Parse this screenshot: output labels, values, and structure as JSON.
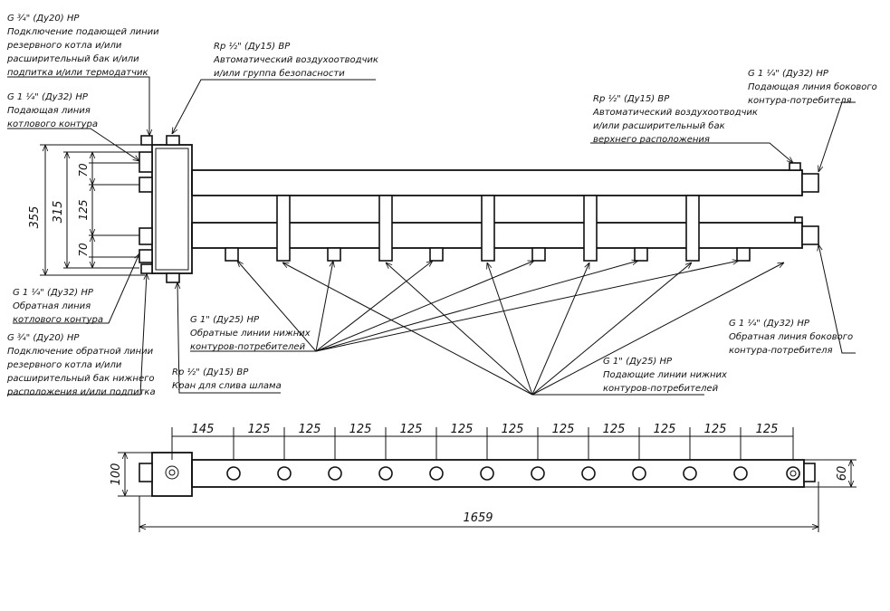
{
  "labels": {
    "tl1": [
      "G ¾\" (Ду20) НР",
      "Подключение подающей линии",
      "резервного котла и/или",
      "расширительный бак и/или",
      "подпитка и/или термодатчик"
    ],
    "tl2": [
      "G 1 ¼\" (Ду32) НР",
      "Подающая линия",
      "котлового контура"
    ],
    "bl1": [
      "G 1 ¼\" (Ду32) НР",
      "Обратная линия",
      "котлового контура"
    ],
    "bl2": [
      "G ¾\" (Ду20) НР",
      "Подключение обратной линии",
      "резервного котла и/или",
      "расширительный бак нижнего",
      "расположения и/или подпитка"
    ],
    "tc": [
      "Rp ½\" (Ду15) ВР",
      "Автоматический воздухоотводчик",
      "и/или группа безопасности"
    ],
    "drain": [
      "Rp ½\" (Ду15) ВР",
      "Кран для слива шлама"
    ],
    "ret": [
      "G 1\" (Ду25) НР",
      "Обратные линии нижних",
      "контуров-потребителей"
    ],
    "sup": [
      "G 1\" (Ду25) НР",
      "Подающие линии нижних",
      "контуров-потребителей"
    ],
    "tr1": [
      "Rp ½\" (Ду15) ВР",
      "Автоматический воздухоотводчик",
      "и/или расширительный бак",
      "верхнего расположения"
    ],
    "tr2": [
      "G 1 ¼\" (Ду32) НР",
      "Подающая линия бокового",
      "контура-потребителя"
    ],
    "br": [
      "G 1 ¼\" (Ду32) НР",
      "Обратная линия бокового",
      "контура-потребителя"
    ]
  },
  "dims": {
    "h355": "355",
    "h315": "315",
    "h70a": "70",
    "h125": "125",
    "h70b": "70",
    "top": [
      "145",
      "125",
      "125",
      "125",
      "125",
      "125",
      "125",
      "125",
      "125",
      "125",
      "125",
      "125"
    ],
    "h100": "100",
    "h60": "60",
    "total": "1659"
  }
}
